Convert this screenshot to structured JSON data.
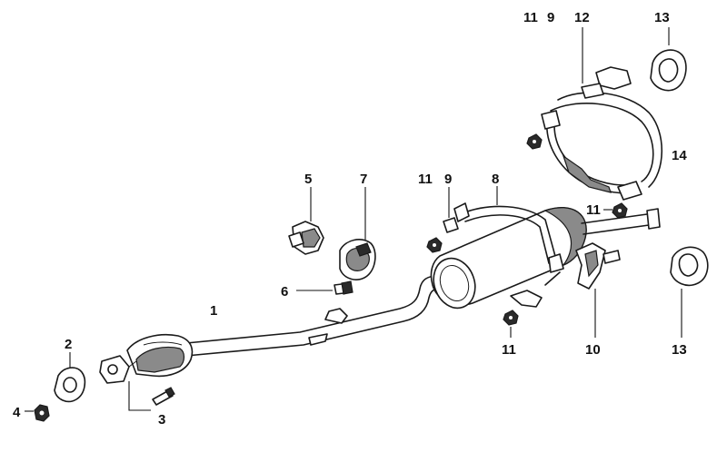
{
  "diagram": {
    "callouts": {
      "c1": "1",
      "c2": "2",
      "c3": "3",
      "c4": "4",
      "c5": "5",
      "c6": "6",
      "c7": "7",
      "c8": "8",
      "c9a": "9",
      "c9b": "9",
      "c10": "10",
      "c11a": "11",
      "c11b": "11",
      "c11c": "11",
      "c11d": "11",
      "c12": "12",
      "c13a": "13",
      "c13b": "13",
      "c14": "14"
    }
  }
}
